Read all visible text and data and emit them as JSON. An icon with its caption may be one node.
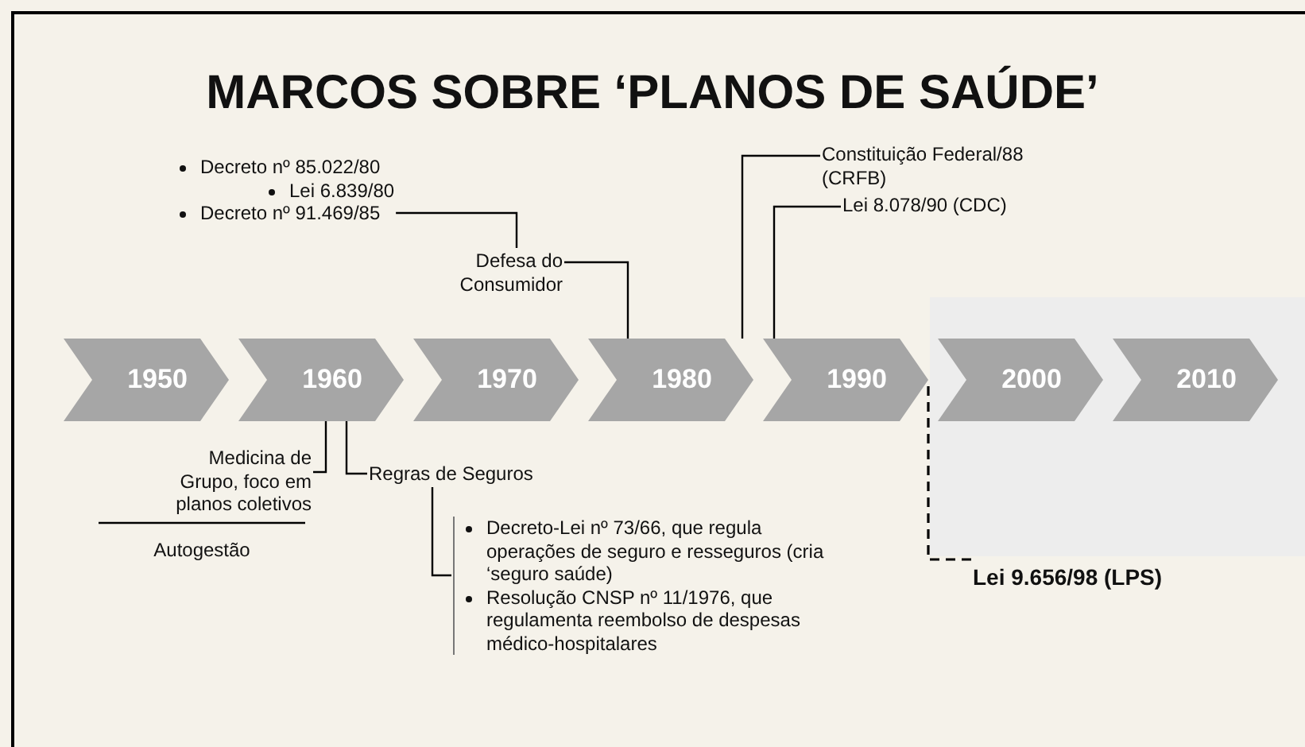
{
  "diagram": {
    "title": "MARCOS SOBRE ‘PLANOS DE SAÚDE’",
    "nodes": [
      {
        "text": [
          "1950"
        ]
      },
      {
        "text": [
          "1960"
        ]
      },
      {
        "text": [
          "1970"
        ]
      },
      {
        "text": [
          "1980"
        ]
      },
      {
        "text": [
          "1990"
        ]
      },
      {
        "text": [
          "2000"
        ]
      },
      {
        "text": [
          "2010"
        ]
      },
      {
        "text": [
          "Decreto nº 85.022/80",
          "Lei 6.839/80",
          "Decreto nº 91.469/85"
        ]
      },
      {
        "text": [
          "Defesa do Consumidor"
        ]
      },
      {
        "text": [
          "Constituição Federal/88 (CRFB)"
        ]
      },
      {
        "text": [
          "Lei 8.078/90 (CDC)"
        ]
      },
      {
        "text": [
          "Medicina de Grupo, foco em planos coletivos"
        ]
      },
      {
        "text": [
          "Regras de Seguros"
        ]
      },
      {
        "text": [
          "Decreto-Lei nº 73/66, que regula operações de seguro e resseguros (cria ‘seguro saúde)",
          "Resolução CNSP nº 11/1976, que regulamenta reembolso de despesas médico-hospitalares"
        ]
      },
      {
        "text": [
          "Lei 9.656/98 (LPS)"
        ]
      }
    ],
    "edges": [
      {
        "from": 7,
        "to": 8,
        "arrow": "none"
      },
      {
        "from": 8,
        "to": 3,
        "arrow": "none"
      },
      {
        "from": 9,
        "to": 3,
        "arrow": "none"
      },
      {
        "from": 10,
        "to": 4,
        "arrow": "none"
      },
      {
        "from": 11,
        "to": 1,
        "arrow": "none"
      },
      {
        "from": 12,
        "to": 1,
        "arrow": "none"
      },
      {
        "from": 12,
        "to": 13,
        "arrow": "none"
      },
      {
        "from": 14,
        "to": 4,
        "arrow": "none",
        "style": "dashed"
      }
    ],
    "labels": [
      "Autogestão"
    ]
  }
}
